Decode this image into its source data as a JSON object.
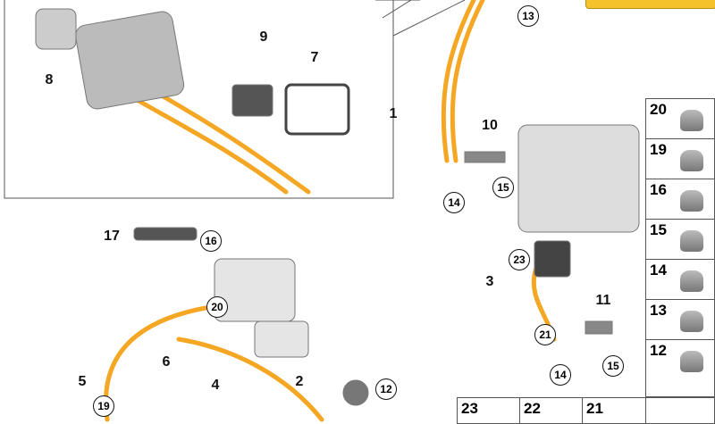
{
  "callouts": {
    "l1": "1",
    "l2": "2",
    "l3": "3",
    "l4": "4",
    "l5": "5",
    "l6": "6",
    "l7": "7",
    "l8": "8",
    "l9": "9",
    "l10": "10",
    "l11": "11",
    "l17": "17"
  },
  "circled": {
    "c13": "13",
    "c14a": "14",
    "c15a": "15",
    "c16": "16",
    "c23": "23",
    "c21": "21",
    "c14b": "14",
    "c15b": "15",
    "c20": "20",
    "c12": "12",
    "c19": "19"
  },
  "parts_panel": [
    "20",
    "19",
    "16",
    "15",
    "14",
    "13",
    "12"
  ],
  "bottom_row": [
    "23",
    "22",
    "21"
  ],
  "colors": {
    "cable": "#f5a623",
    "warning": "#f5c22c"
  }
}
